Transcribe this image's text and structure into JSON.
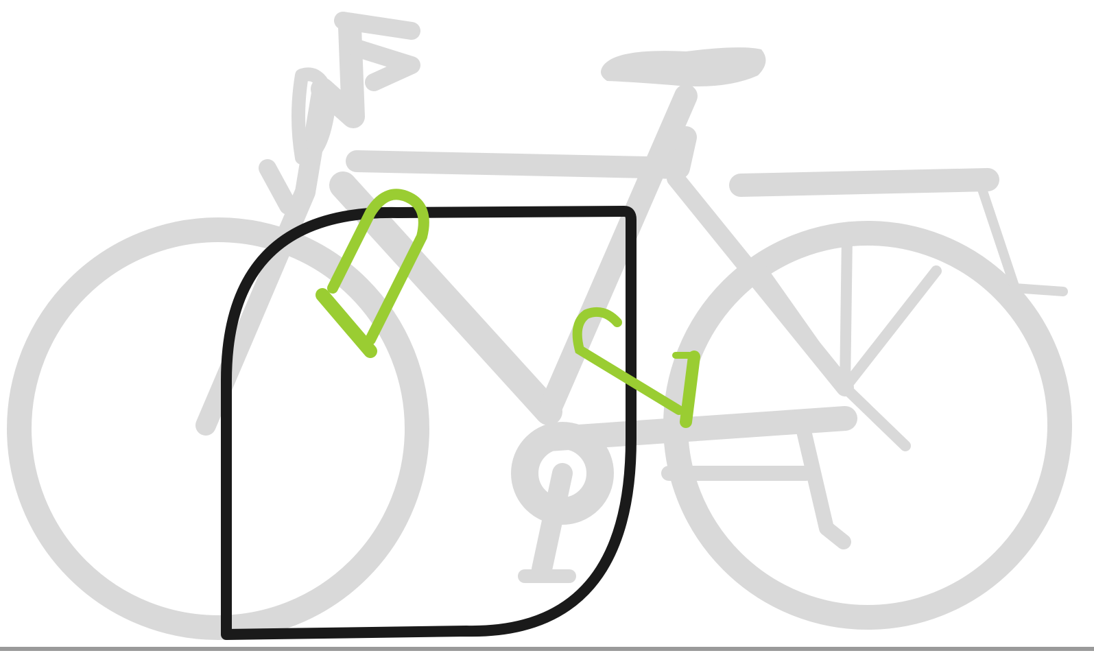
{
  "diagram": {
    "elements": [
      {
        "name": "bicycle-silhouette",
        "kind": "illustration",
        "description": "bicycle"
      },
      {
        "name": "bike-rack-frame",
        "kind": "rack"
      },
      {
        "name": "u-lock-front",
        "kind": "lock"
      },
      {
        "name": "u-lock-rear",
        "kind": "lock"
      },
      {
        "name": "ground-line",
        "kind": "line"
      }
    ]
  },
  "colors": {
    "bike": "#d9d9d9",
    "rack": "#1a1a1a",
    "lock": "#9acd32",
    "lock_shade": "#7fae21",
    "ground": "#9a9a9a",
    "background": "#ffffff"
  }
}
